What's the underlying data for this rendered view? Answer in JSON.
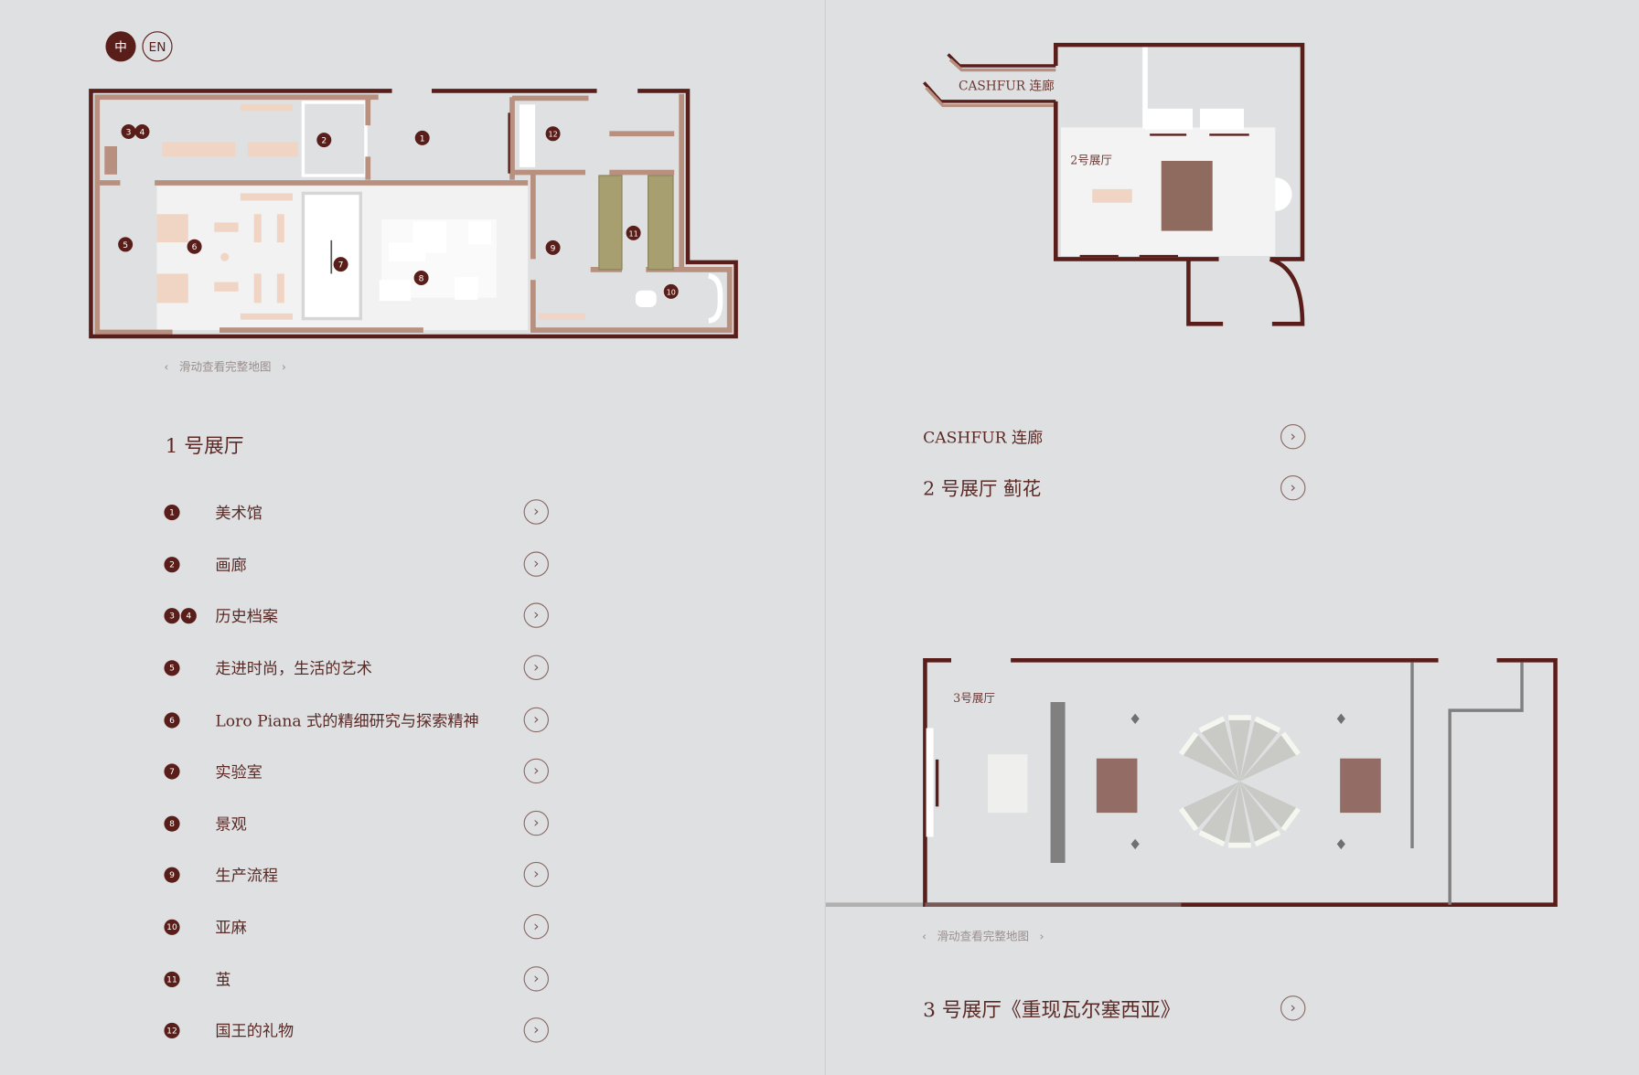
{
  "language": {
    "zh": "中",
    "en": "EN",
    "active": "zh"
  },
  "map_hint": {
    "left": "‹",
    "text": "滑动查看完整地图",
    "right": "›"
  },
  "hall1": {
    "title": "1 号展厅",
    "markers": [
      "1",
      "2",
      "3",
      "4",
      "5",
      "6",
      "7",
      "8",
      "9",
      "10",
      "11",
      "12"
    ],
    "items": [
      {
        "badges": [
          "1"
        ],
        "label": "美术馆"
      },
      {
        "badges": [
          "2"
        ],
        "label": "画廊"
      },
      {
        "badges": [
          "3",
          "4"
        ],
        "label": "历史档案"
      },
      {
        "badges": [
          "5"
        ],
        "label": "走进时尚，生活的艺术"
      },
      {
        "badges": [
          "6"
        ],
        "label": "Loro Piana 式的精细研究与探索精神"
      },
      {
        "badges": [
          "7"
        ],
        "label": "实验室"
      },
      {
        "badges": [
          "8"
        ],
        "label": "景观"
      },
      {
        "badges": [
          "9"
        ],
        "label": "生产流程"
      },
      {
        "badges": [
          "10"
        ],
        "label": "亚麻"
      },
      {
        "badges": [
          "11"
        ],
        "label": "茧"
      },
      {
        "badges": [
          "12"
        ],
        "label": "国王的礼物"
      }
    ]
  },
  "hall2": {
    "map_corridor_label": "CASHFUR 连廊",
    "map_hall_label": "2号展厅",
    "items": [
      {
        "label": "CASHFUR 连廊"
      },
      {
        "label": "2 号展厅 蓟花"
      }
    ]
  },
  "hall3": {
    "map_hall_label": "3号展厅",
    "title": "3 号展厅《重现瓦尔塞西亚》"
  },
  "chevron": "›",
  "colors": {
    "dark": "#5a1e1a",
    "wall": "#b89080",
    "pink": "#f0d4c4",
    "olive": "#a89f70",
    "block": "#8f6a5e",
    "bg": "#dfe0e2"
  }
}
